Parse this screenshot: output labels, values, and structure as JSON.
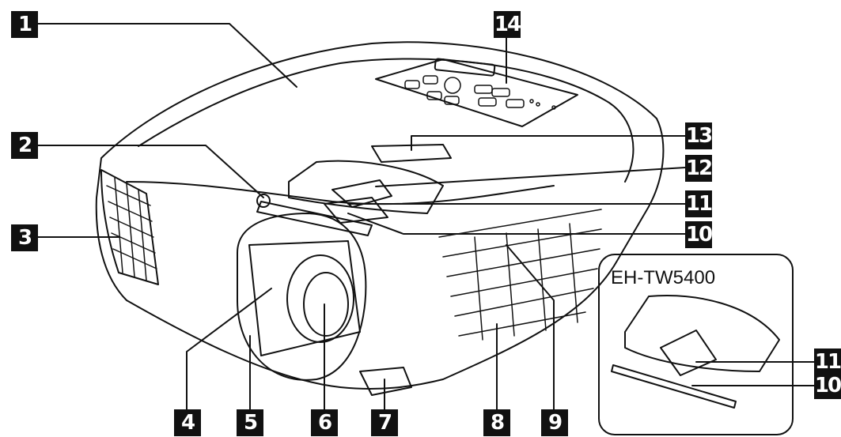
{
  "inset": {
    "model_label": "EH-TW5400"
  },
  "callouts": {
    "c1": "1",
    "c2": "2",
    "c3": "3",
    "c4": "4",
    "c5": "5",
    "c6": "6",
    "c7": "7",
    "c8": "8",
    "c9": "9",
    "c10": "10",
    "c11": "11",
    "c12": "12",
    "c13": "13",
    "c14": "14",
    "inset_c11": "11",
    "inset_c10": "10"
  },
  "colors": {
    "line": "#111111",
    "background": "#ffffff"
  }
}
